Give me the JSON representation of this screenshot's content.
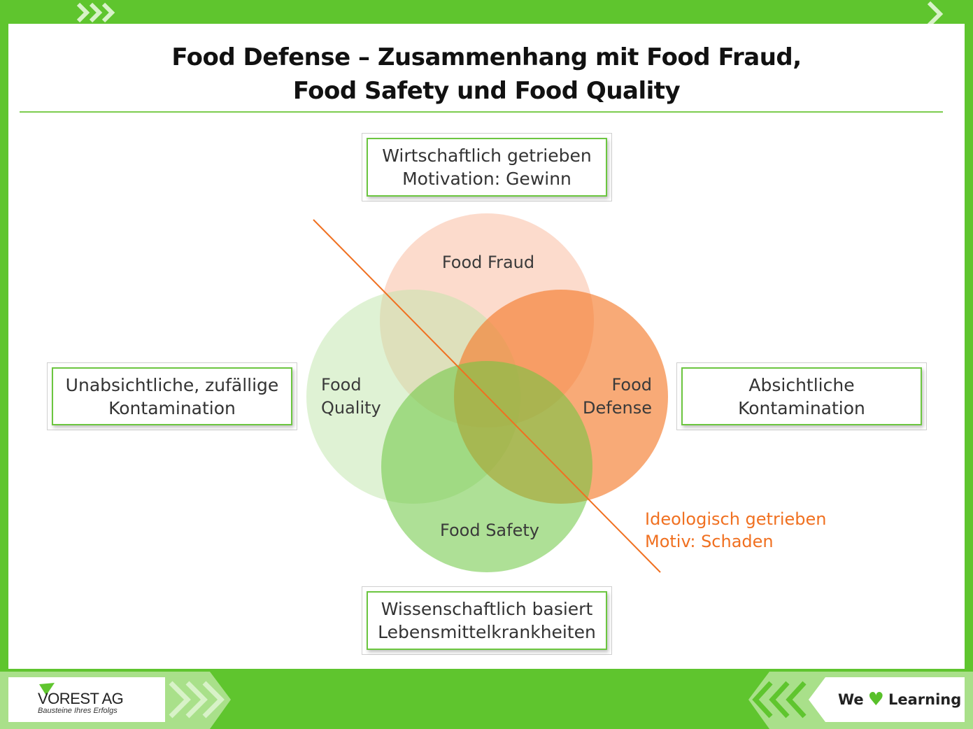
{
  "header": {
    "title_line1": "Food Defense – Zusammenhang mit Food Fraud,",
    "title_line2": "Food Safety und Food Quality"
  },
  "boxes": {
    "top": {
      "line1": "Wirtschaftlich getrieben",
      "line2": "Motivation: Gewinn"
    },
    "left": {
      "line1": "Unabsichtliche, zufällige",
      "line2": "Kontamination"
    },
    "right": {
      "line1": "Absichtliche",
      "line2": "Kontamination"
    },
    "bottom": {
      "line1": "Wissenschaftlich basiert",
      "line2": "Lebensmittelkrankheiten"
    }
  },
  "circles": {
    "fraud": {
      "label": "Food Fraud",
      "color": "#f9b899"
    },
    "quality": {
      "label_line1": "Food",
      "label_line2": "Quality",
      "color": "#bfe6aa"
    },
    "defense": {
      "label_line1": "Food",
      "label_line2": "Defense",
      "color": "#f47c2e"
    },
    "safety": {
      "label": "Food Safety",
      "color": "#6cc640"
    }
  },
  "annotation": {
    "line1": "Ideologisch getrieben",
    "line2": "Motiv: Schaden",
    "color": "#f07020"
  },
  "footer": {
    "logo_name": "VOREST AG",
    "logo_tagline": "Bausteine Ihres Erfolgs",
    "slogan_we": "We",
    "slogan_heart_icon": "heart-icon",
    "slogan_learning": "Learning"
  },
  "colors": {
    "brand_green": "#5fc52e",
    "accent_orange": "#f07020"
  }
}
